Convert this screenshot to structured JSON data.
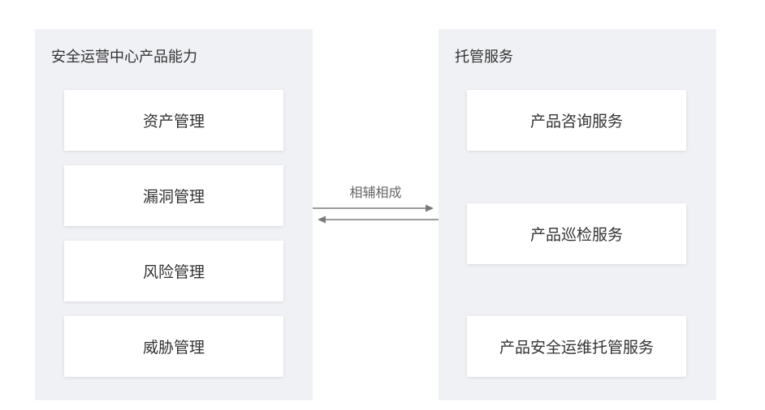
{
  "colors": {
    "panel_bg": "#f0f1f5",
    "card_bg": "#ffffff",
    "text": "#333333",
    "connector": "#7a7a7a"
  },
  "left_panel": {
    "title": "安全运营中心产品能力",
    "items": [
      "资产管理",
      "漏洞管理",
      "风险管理",
      "威胁管理"
    ]
  },
  "right_panel": {
    "title": "托管服务",
    "items": [
      "产品咨询服务",
      "产品巡检服务",
      "产品安全运维托管服务"
    ]
  },
  "connector": {
    "label": "相辅相成"
  }
}
